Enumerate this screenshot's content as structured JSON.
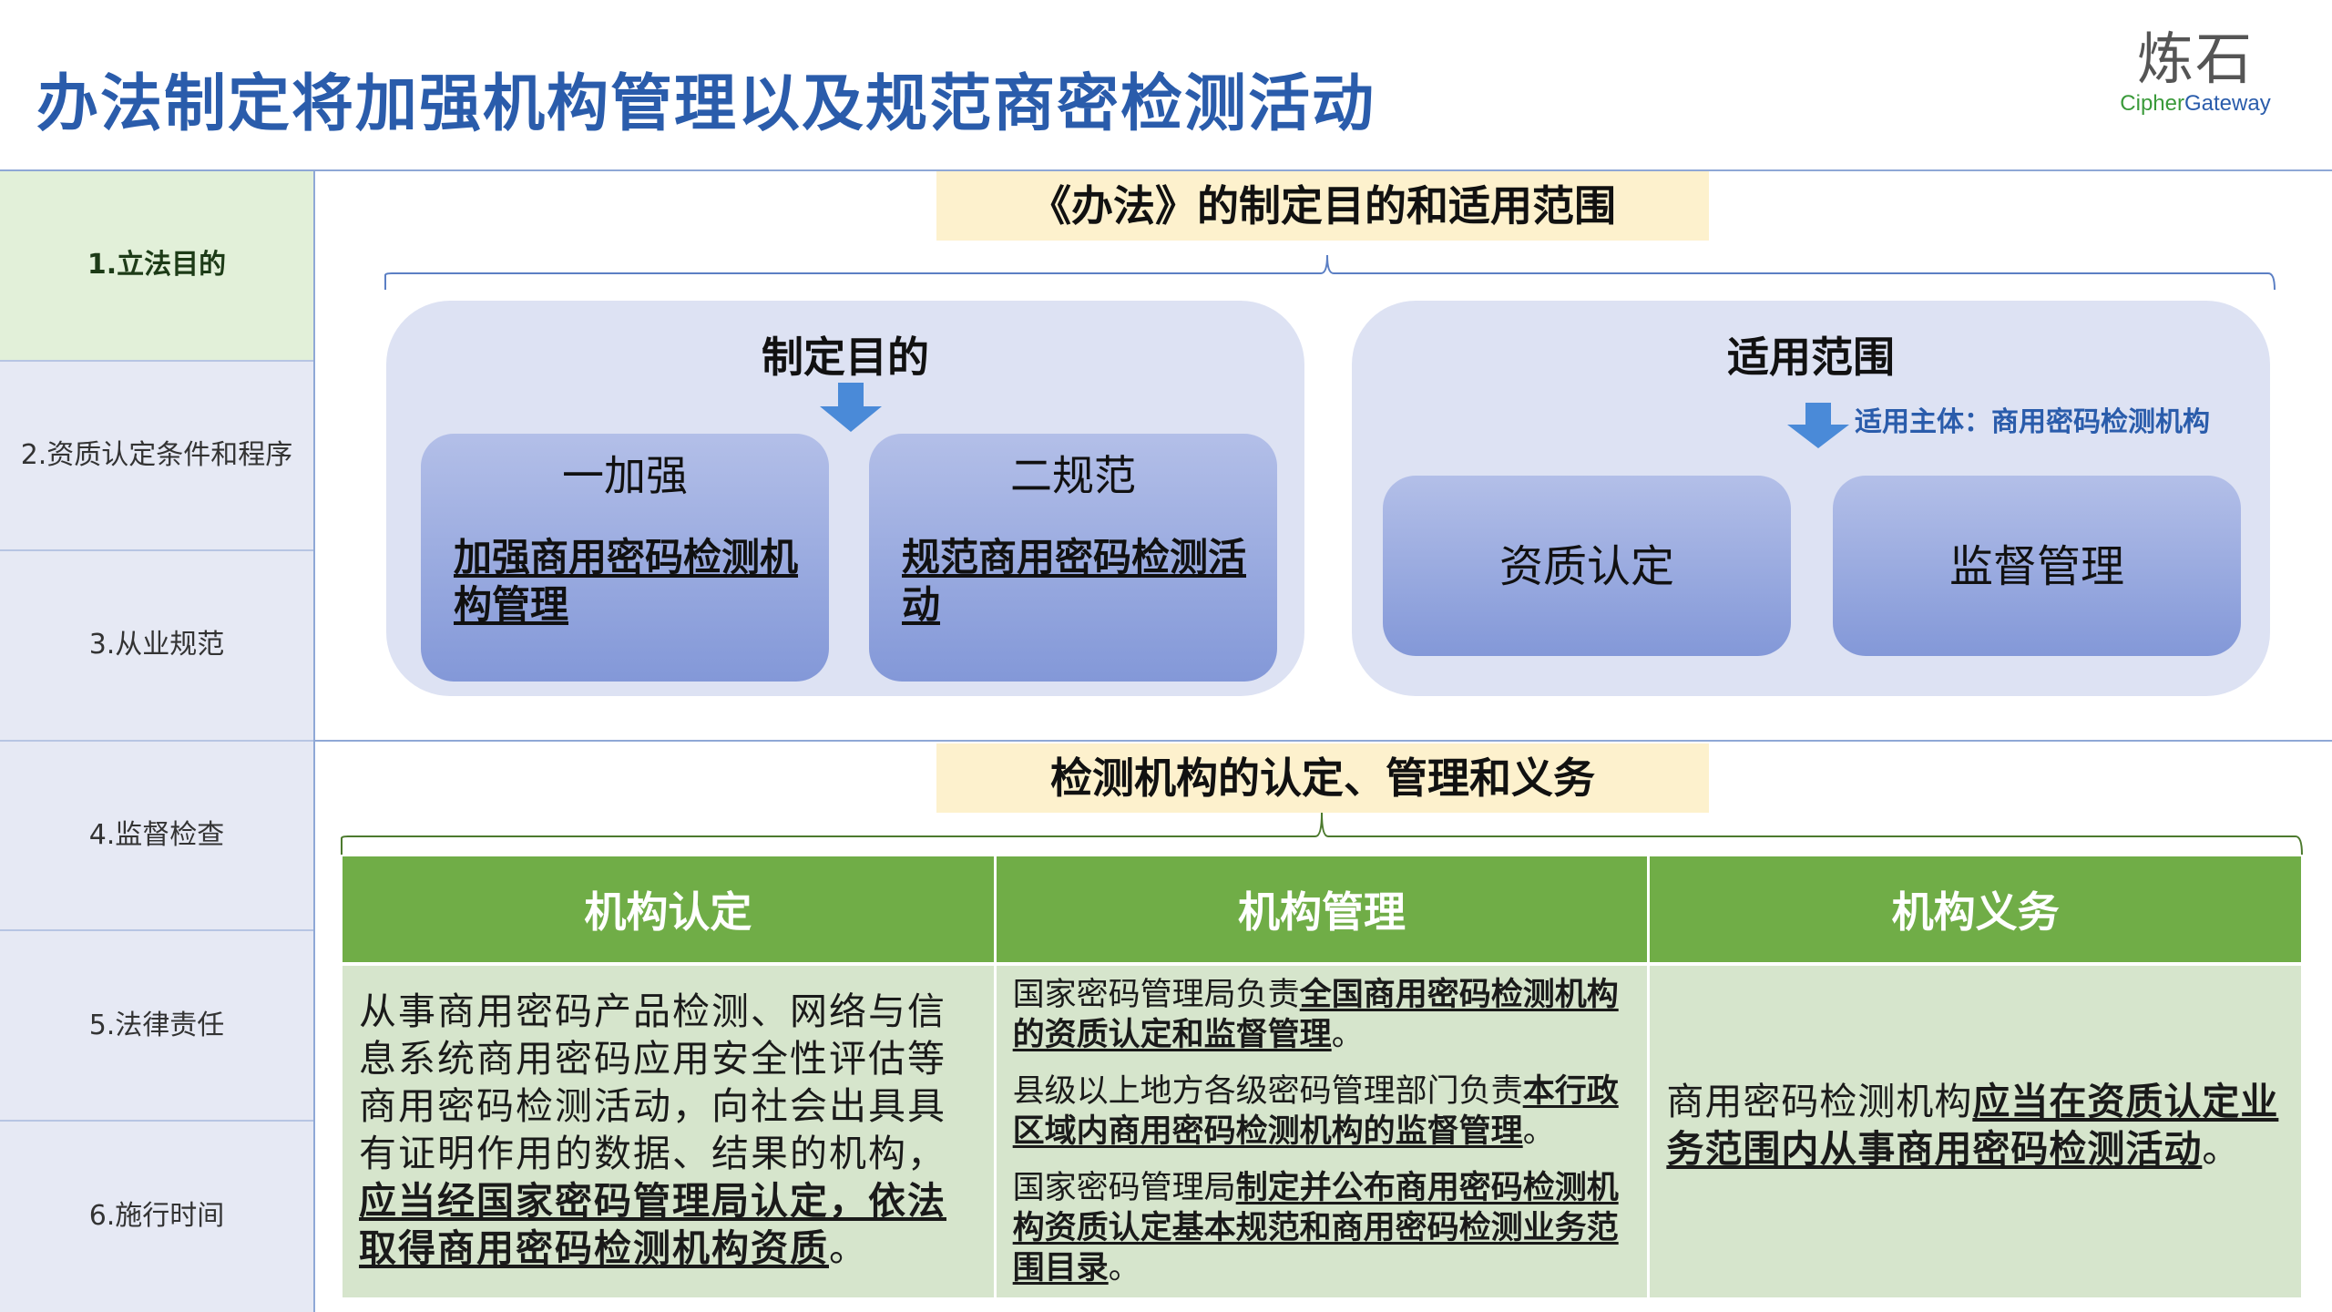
{
  "slide": {
    "title": "办法制定将加强机构管理以及规范商密检测活动"
  },
  "logo": {
    "cn": "炼石",
    "en_part1": "Cipher",
    "en_part2": "Gateway"
  },
  "sidebar": {
    "items": [
      {
        "label": "1.立法目的",
        "active": true
      },
      {
        "label": "2.资质认定条件和程序",
        "active": false
      },
      {
        "label": "3.从业规范",
        "active": false
      },
      {
        "label": "4.监督检查",
        "active": false
      },
      {
        "label": "5.法律责任",
        "active": false
      },
      {
        "label": "6.施行时间",
        "active": false
      }
    ]
  },
  "section1": {
    "banner": "《办法》的制定目的和适用范围",
    "purpose": {
      "title": "制定目的",
      "cards": [
        {
          "head": "一加强",
          "body": "加强商用密码检测机构管理"
        },
        {
          "head": "二规范",
          "body": "规范商用密码检测活动"
        }
      ]
    },
    "scope": {
      "title": "适用范围",
      "note": "适用主体：商用密码检测机构",
      "cards": [
        {
          "label": "资质认定"
        },
        {
          "label": "监督管理"
        }
      ]
    }
  },
  "section2": {
    "banner": "检测机构的认定、管理和义务",
    "columns": [
      "机构认定",
      "机构管理",
      "机构义务"
    ],
    "col1": {
      "plain": "从事商用密码产品检测、网络与信息系统商用密码应用安全性评估等商用密码检测活动，向社会出具具有证明作用的数据、结果的机构，",
      "em": "应当经国家密码管理局认定，依法取得商用密码检测机构资质",
      "end": "。"
    },
    "col2": [
      {
        "plain": "国家密码管理局负责",
        "em": "全国商用密码检测机构的资质认定和监督管理",
        "end": "。"
      },
      {
        "plain": "县级以上地方各级密码管理部门负责",
        "em": "本行政区域内商用密码检测机构的监督管理",
        "end": "。"
      },
      {
        "plain": "国家密码管理局",
        "em": "制定并公布商用密码检测机构资质认定基本规范和商用密码检测业务范围目录",
        "end": "。"
      }
    ],
    "col3": {
      "plain": "商用密码检测机构",
      "em": "应当在资质认定业务范围内从事商用密码检测活动",
      "end": "。"
    }
  },
  "colors": {
    "title_blue": "#2a5cab",
    "banner_bg": "#fdf1cd",
    "panel_bg": "#dde2f3",
    "card_gradient_top": "#b3bfe8",
    "card_gradient_bottom": "#8398d8",
    "table_header_green": "#70ad47",
    "table_body_green": "#d6e5cc",
    "sidebar_active": "#e2f0d9",
    "sidebar_default": "#e6e9f4",
    "arrow_blue": "#4a8ad8"
  }
}
